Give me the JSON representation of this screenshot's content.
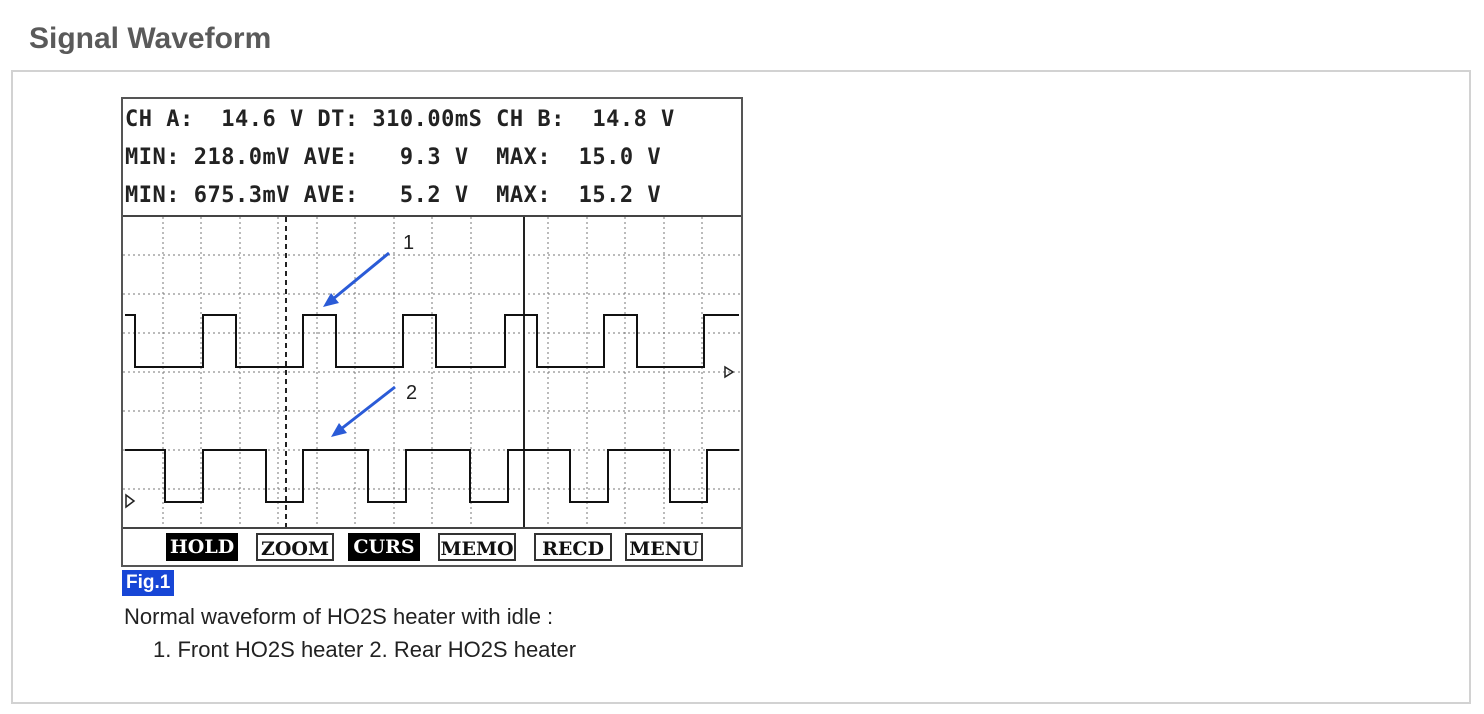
{
  "section_title": "Signal Waveform",
  "readout": {
    "row1": "CH A:  14.6 V DT: 310.00mS CH B:  14.8 V",
    "row2": "MIN: 218.0mV AVE:   9.3 V  MAX:  15.0 V",
    "row3": "MIN: 675.3mV AVE:   5.2 V  MAX:  15.2 V"
  },
  "annotations": [
    "1",
    "2"
  ],
  "softkeys": [
    {
      "label": "HOLD",
      "active": true
    },
    {
      "label": "ZOOM",
      "active": false
    },
    {
      "label": "CURS",
      "active": true
    },
    {
      "label": "MEMO",
      "active": false
    },
    {
      "label": "RECD",
      "active": false
    },
    {
      "label": "MENU",
      "active": false
    }
  ],
  "figure_label": "Fig.1",
  "caption_line1": "Normal waveform of HO2S heater with idle :",
  "caption_line2": "1. Front HO2S heater  2. Rear HO2S heater",
  "colors": {
    "arrow": "#2a5bd7",
    "fig_badge": "#1746d6"
  }
}
